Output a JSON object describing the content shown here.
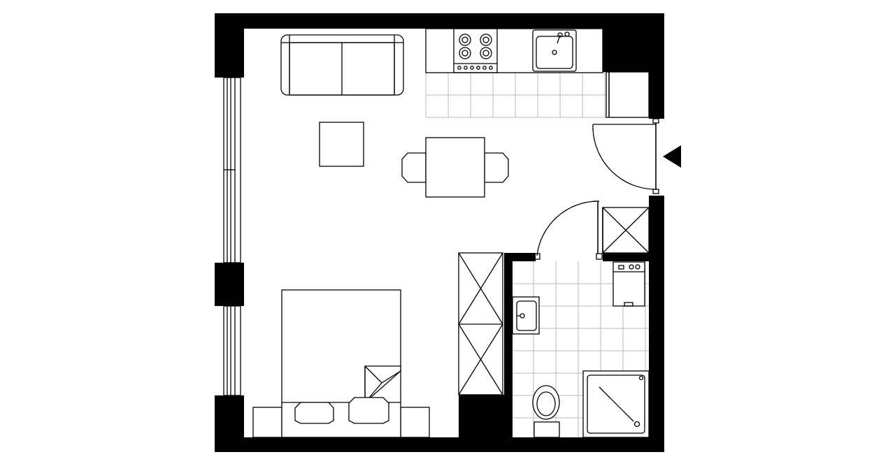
{
  "diagram": {
    "type": "floor-plan",
    "colors": {
      "wall": "#000000",
      "floor": "#ffffff",
      "line": "#000000",
      "tile_grid": "#b9b9b9"
    },
    "rooms": [
      "living-sleeping-area",
      "kitchenette",
      "bathroom"
    ],
    "fixtures": [
      "sofa",
      "armchair",
      "dining-table",
      "chairs",
      "double-bed",
      "pillows",
      "nightstands",
      "wardrobe",
      "stove-four-burner",
      "kitchen-sink",
      "refrigerator",
      "entry-door",
      "bathroom-door",
      "storage-closet",
      "washing-machine",
      "bathroom-sink",
      "toilet",
      "shower-tray"
    ],
    "icons": {
      "entrance": "triangle-left-icon"
    }
  }
}
